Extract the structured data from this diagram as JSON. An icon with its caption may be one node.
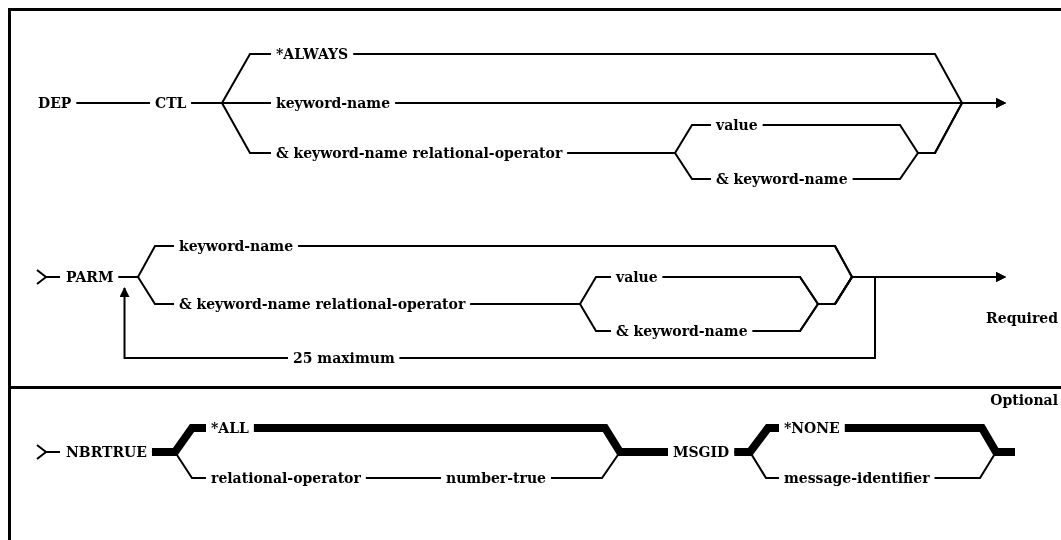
{
  "diagram": {
    "nodes": [
      {
        "text": [
          "DEP"
        ]
      },
      {
        "text": [
          "CTL"
        ]
      },
      {
        "text": [
          "*ALWAYS"
        ]
      },
      {
        "text": [
          "keyword-name"
        ]
      },
      {
        "text": [
          "& keyword-name relational-operator"
        ]
      },
      {
        "text": [
          "value"
        ]
      },
      {
        "text": [
          "& keyword-name"
        ]
      },
      {
        "text": [
          "PARM"
        ]
      },
      {
        "text": [
          "keyword-name"
        ]
      },
      {
        "text": [
          "& keyword-name relational-operator"
        ]
      },
      {
        "text": [
          "value"
        ]
      },
      {
        "text": [
          "& keyword-name"
        ]
      },
      {
        "text": [
          "25 maximum"
        ]
      },
      {
        "text": [
          "NBRTRUE"
        ]
      },
      {
        "text": [
          "*ALL"
        ]
      },
      {
        "text": [
          "relational-operator"
        ]
      },
      {
        "text": [
          "number-true"
        ]
      },
      {
        "text": [
          "MSGID"
        ]
      },
      {
        "text": [
          "*NONE"
        ]
      },
      {
        "text": [
          "message-identifier"
        ]
      }
    ],
    "edges": [
      {
        "from": 0,
        "to": 1,
        "arrow": "none"
      },
      {
        "from": 1,
        "to": 2,
        "arrow": "none"
      },
      {
        "from": 1,
        "to": 3,
        "arrow": "none"
      },
      {
        "from": 1,
        "to": 4,
        "arrow": "none"
      },
      {
        "from": 4,
        "to": 5,
        "arrow": "none"
      },
      {
        "from": 4,
        "to": 6,
        "arrow": "none"
      },
      {
        "from": 2,
        "to": null,
        "arrow": "to"
      },
      {
        "from": 3,
        "to": null,
        "arrow": "to"
      },
      {
        "from": 5,
        "to": null,
        "arrow": "to"
      },
      {
        "from": 6,
        "to": null,
        "arrow": "to"
      },
      {
        "from": 7,
        "to": 8,
        "arrow": "none"
      },
      {
        "from": 7,
        "to": 9,
        "arrow": "none"
      },
      {
        "from": 9,
        "to": 10,
        "arrow": "none"
      },
      {
        "from": 9,
        "to": 11,
        "arrow": "none"
      },
      {
        "from": 8,
        "to": null,
        "arrow": "to"
      },
      {
        "from": 10,
        "to": null,
        "arrow": "to"
      },
      {
        "from": 11,
        "to": null,
        "arrow": "to"
      },
      {
        "from": 8,
        "to": 12,
        "arrow": "none"
      },
      {
        "from": 10,
        "to": 12,
        "arrow": "none"
      },
      {
        "from": 11,
        "to": 12,
        "arrow": "none"
      },
      {
        "from": 12,
        "to": 7,
        "arrow": "to"
      },
      {
        "from": 13,
        "to": 14,
        "arrow": "none",
        "style": "thick"
      },
      {
        "from": 13,
        "to": 15,
        "arrow": "none"
      },
      {
        "from": 15,
        "to": 16,
        "arrow": "none"
      },
      {
        "from": 14,
        "to": 17,
        "arrow": "none",
        "style": "thick"
      },
      {
        "from": 16,
        "to": 17,
        "arrow": "none"
      },
      {
        "from": 17,
        "to": 18,
        "arrow": "none",
        "style": "thick"
      },
      {
        "from": 17,
        "to": 19,
        "arrow": "none"
      },
      {
        "from": 18,
        "to": null,
        "arrow": "none",
        "style": "thick"
      },
      {
        "from": 19,
        "to": null,
        "arrow": "none"
      }
    ],
    "labels": [
      "Required",
      "Optional"
    ]
  }
}
